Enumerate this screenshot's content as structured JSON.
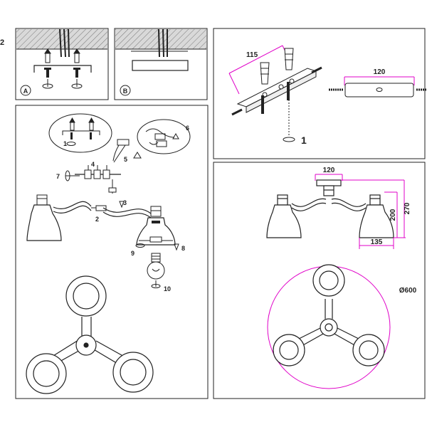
{
  "page_number": "2",
  "panel_a": {
    "label": "A"
  },
  "panel_b": {
    "label": "B"
  },
  "assembly_steps": [
    "1",
    "2",
    "3",
    "4",
    "5",
    "6",
    "7",
    "8",
    "9",
    "10"
  ],
  "mounting_bracket": {
    "length": "115",
    "step": "1"
  },
  "canopy_plate": {
    "width": "120"
  },
  "dimensions": {
    "canopy_width": "120",
    "height_total": "270",
    "height_shade": "200",
    "shade_width": "135",
    "diameter": "Ø600"
  },
  "colors": {
    "line": "#222222",
    "dimension": "#e000c8",
    "hatch_bg": "#d9d9d9"
  }
}
